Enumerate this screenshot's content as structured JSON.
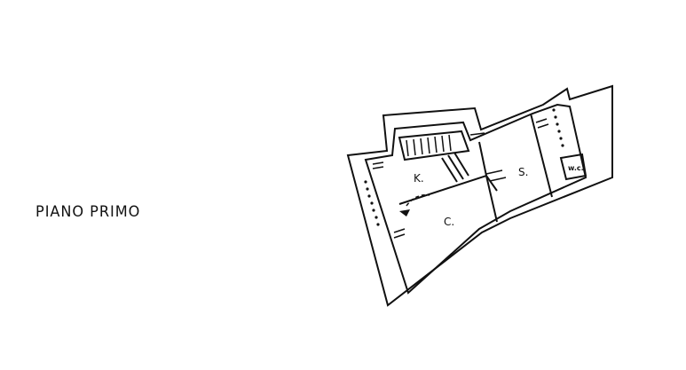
{
  "floor_title": "PIANO PRIMO",
  "rooms": {
    "kitchen": "K.",
    "bedroom": "C.",
    "living": "S.",
    "wc": "w.c."
  },
  "colors": {
    "ink": "#111111",
    "background": "#ffffff"
  }
}
